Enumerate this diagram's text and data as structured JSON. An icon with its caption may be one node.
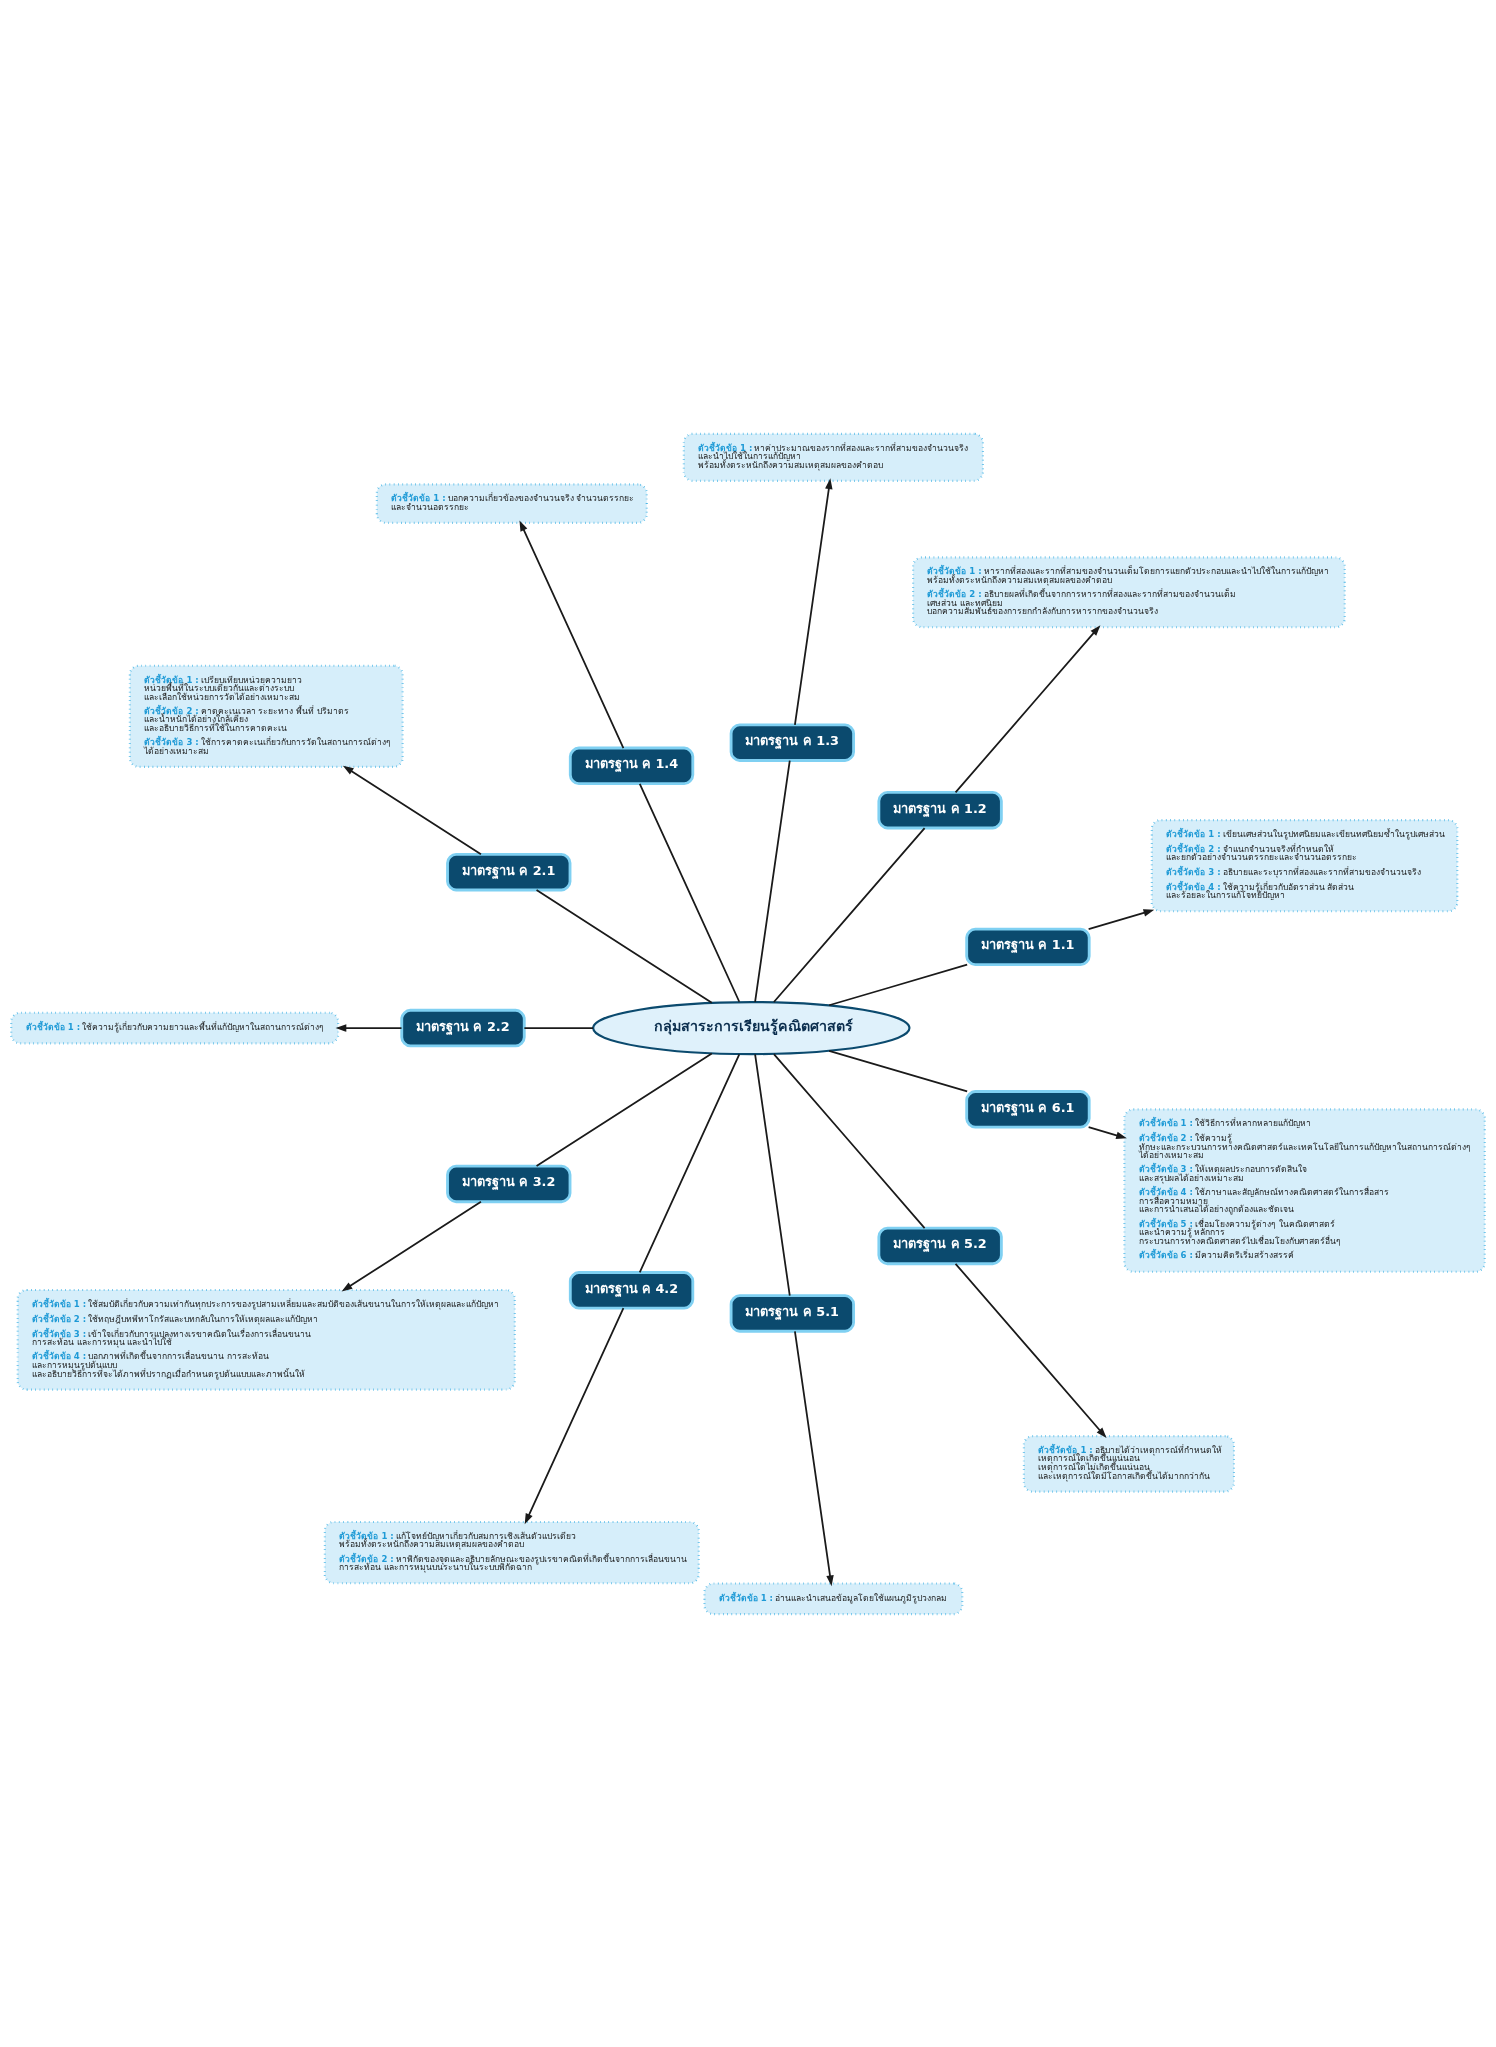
{
  "diagram": {
    "nodes": [
      {
        "text": [
          "กลุ่มสาระการเรียนรู้คณิตศาสตร์"
        ]
      },
      {
        "text": [
          "มาตรฐาน ค 1.1"
        ]
      },
      {
        "text": [
          "ตัวชี้วัดข้อ 1 : เขียนเศษส่วนในรูปทศนิยมและเขียนทศนิยมซ้ำในรูปเศษส่วน",
          "ตัวชี้วัดข้อ 2 : จำแนกจำนวนจริงที่กำหนดให้ และยกตัวอย่างจำนวนตรรกยะและจำนวนอตรรกยะ",
          "ตัวชี้วัดข้อ 3 : อธิบายและระบุรากที่สองและรากที่สามของจำนวนจริง",
          "ตัวชี้วัดข้อ 4 : ใช้ความรู้เกี่ยวกับอัตราส่วน สัดส่วน และร้อยละในการแก้โจทย์ปัญหา"
        ]
      },
      {
        "text": [
          "มาตรฐาน ค 1.2"
        ]
      },
      {
        "text": [
          "ตัวชี้วัดข้อ 1 : หารากที่สองและรากที่สามของจำนวนเต็มโดยการแยกตัวประกอบและนำไปใช้ในการแก้ปัญหา พร้อมทั้งตระหนักถึงความสมเหตุสมผลของคำตอบ",
          "ตัวชี้วัดข้อ 2 : อธิบายผลที่เกิดขึ้นจากการหารากที่สองและรากที่สามของจำนวนเต็ม เศษส่วน และทศนิยม บอกความสัมพันธ์ของการยกกำลังกับการหารากของจำนวนจริง"
        ]
      },
      {
        "text": [
          "มาตรฐาน ค 1.3"
        ]
      },
      {
        "text": [
          "ตัวชี้วัดข้อ 1 : หาค่าประมาณของรากที่สองและรากที่สามของจำนวนจริง และนำไปใช้ในการแก้ปัญหา พร้อมทั้งตระหนักถึงความสมเหตุสมผลของคำตอบ"
        ]
      },
      {
        "text": [
          "มาตรฐาน ค 1.4"
        ]
      },
      {
        "text": [
          "ตัวชี้วัดข้อ 1 : บอกความเกี่ยวข้องของจำนวนจริง จำนวนตรรกยะ และจำนวนอตรรกยะ"
        ]
      },
      {
        "text": [
          "มาตรฐาน ค 2.1"
        ]
      },
      {
        "text": [
          "ตัวชี้วัดข้อ 1 : เปรียบเทียบหน่วยความยาว หน่วยพื้นที่ในระบบเดียวกันและต่างระบบ และเลือกใช้หน่วยการวัดได้อย่างเหมาะสม",
          "ตัวชี้วัดข้อ 2 : คาดคะเนเวลา ระยะทาง พื้นที่ ปริมาตร และน้ำหนักได้อย่างใกล้เคียง และอธิบายวิธีการที่ใช้ในการคาดคะเน",
          "ตัวชี้วัดข้อ 3 : ใช้การคาดคะเนเกี่ยวกับการวัดในสถานการณ์ต่างๆ ได้อย่างเหมาะสม"
        ]
      },
      {
        "text": [
          "มาตรฐาน ค 2.2"
        ]
      },
      {
        "text": [
          "ตัวชี้วัดข้อ 1 : ใช้ความรู้เกี่ยวกับความยาวและพื้นที่แก้ปัญหาในสถานการณ์ต่างๆ"
        ]
      },
      {
        "text": [
          "มาตรฐาน ค 3.2"
        ]
      },
      {
        "text": [
          "ตัวชี้วัดข้อ 1 : ใช้สมบัติเกี่ยวกับความเท่ากันทุกประการของรูปสามเหลี่ยมและสมบัติของเส้นขนานในการให้เหตุผลและแก้ปัญหา",
          "ตัวชี้วัดข้อ 2 : ใช้ทฤษฎีบทพีทาโกรัสและบทกลับในการให้เหตุผลและแก้ปัญหา",
          "ตัวชี้วัดข้อ 3 : เข้าใจเกี่ยวกับการแปลงทางเรขาคณิตในเรื่องการเลื่อนขนาน การสะท้อน และการหมุน และนำไปใช้",
          "ตัวชี้วัดข้อ 4 : บอกภาพที่เกิดขึ้นจากการเลื่อนขนาน การสะท้อน และการหมุนรูปต้นแบบ และอธิบายวิธีการที่จะได้ภาพที่ปรากฏเมื่อกำหนดรูปต้นแบบและภาพนั้นให้"
        ]
      },
      {
        "text": [
          "มาตรฐาน ค 4.2"
        ]
      },
      {
        "text": [
          "ตัวชี้วัดข้อ 1 : แก้โจทย์ปัญหาเกี่ยวกับสมการเชิงเส้นตัวแปรเดียว พร้อมทั้งตระหนักถึงความสมเหตุสมผลของคำตอบ",
          "ตัวชี้วัดข้อ 2 : หาพิกัดของจุดและอธิบายลักษณะของรูปเรขาคณิตที่เกิดขึ้นจากการเลื่อนขนาน การสะท้อน และการหมุนบนระนาบในระบบพิกัดฉาก"
        ]
      },
      {
        "text": [
          "มาตรฐาน ค 5.1"
        ]
      },
      {
        "text": [
          "ตัวชี้วัดข้อ 1 : อ่านและนำเสนอข้อมูลโดยใช้แผนภูมิรูปวงกลม"
        ]
      },
      {
        "text": [
          "มาตรฐาน ค 5.2"
        ]
      },
      {
        "text": [
          "ตัวชี้วัดข้อ 1 : อธิบายได้ว่าเหตุการณ์ที่กำหนดให้ เหตุการณ์ใดเกิดขึ้นแน่นอน เหตุการณ์ใดไม่เกิดขึ้นแน่นอน และเหตุการณ์ใดมีโอกาสเกิดขึ้นได้มากกว่ากัน"
        ]
      },
      {
        "text": [
          "มาตรฐาน ค 6.1"
        ]
      },
      {
        "text": [
          "ตัวชี้วัดข้อ 1 : ใช้วิธีการที่หลากหลายแก้ปัญหา",
          "ตัวชี้วัดข้อ 2 : ใช้ความรู้ ทักษะและกระบวนการทางคณิตศาสตร์และเทคโนโลยีในการแก้ปัญหาในสถานการณ์ต่างๆ ได้อย่างเหมาะสม",
          "ตัวชี้วัดข้อ 3 : ให้เหตุผลประกอบการตัดสินใจ และสรุปผลได้อย่างเหมาะสม",
          "ตัวชี้วัดข้อ 4 : ใช้ภาษาและสัญลักษณ์ทางคณิตศาสตร์ในการสื่อสาร การสื่อความหมาย และการนำเสนอได้อย่างถูกต้องและชัดเจน",
          "ตัวชี้วัดข้อ 5 : เชื่อมโยงความรู้ต่างๆ ในคณิตศาสตร์ และนำความรู้ หลักการ กระบวนการทางคณิตศาสตร์ไปเชื่อมโยงกับศาสตร์อื่นๆ",
          "ตัวชี้วัดข้อ 6 : มีความคิดริเริ่มสร้างสรรค์"
        ]
      }
    ],
    "edges": [
      {
        "from": 0,
        "to": 1,
        "arrow": "none"
      },
      {
        "from": 1,
        "to": 2,
        "arrow": "to"
      },
      {
        "from": 0,
        "to": 3,
        "arrow": "none"
      },
      {
        "from": 3,
        "to": 4,
        "arrow": "to"
      },
      {
        "from": 0,
        "to": 5,
        "arrow": "none"
      },
      {
        "from": 5,
        "to": 6,
        "arrow": "to"
      },
      {
        "from": 0,
        "to": 7,
        "arrow": "none"
      },
      {
        "from": 7,
        "to": 8,
        "arrow": "to"
      },
      {
        "from": 0,
        "to": 9,
        "arrow": "none"
      },
      {
        "from": 9,
        "to": 10,
        "arrow": "to"
      },
      {
        "from": 0,
        "to": 11,
        "arrow": "none"
      },
      {
        "from": 11,
        "to": 12,
        "arrow": "to"
      },
      {
        "from": 0,
        "to": 13,
        "arrow": "none"
      },
      {
        "from": 13,
        "to": 14,
        "arrow": "to"
      },
      {
        "from": 0,
        "to": 15,
        "arrow": "none"
      },
      {
        "from": 15,
        "to": 16,
        "arrow": "to"
      },
      {
        "from": 0,
        "to": 17,
        "arrow": "none"
      },
      {
        "from": 17,
        "to": 18,
        "arrow": "to"
      },
      {
        "from": 0,
        "to": 19,
        "arrow": "none"
      },
      {
        "from": 19,
        "to": 20,
        "arrow": "to"
      },
      {
        "from": 0,
        "to": 21,
        "arrow": "none"
      },
      {
        "from": 21,
        "to": 22,
        "arrow": "to"
      }
    ]
  }
}
